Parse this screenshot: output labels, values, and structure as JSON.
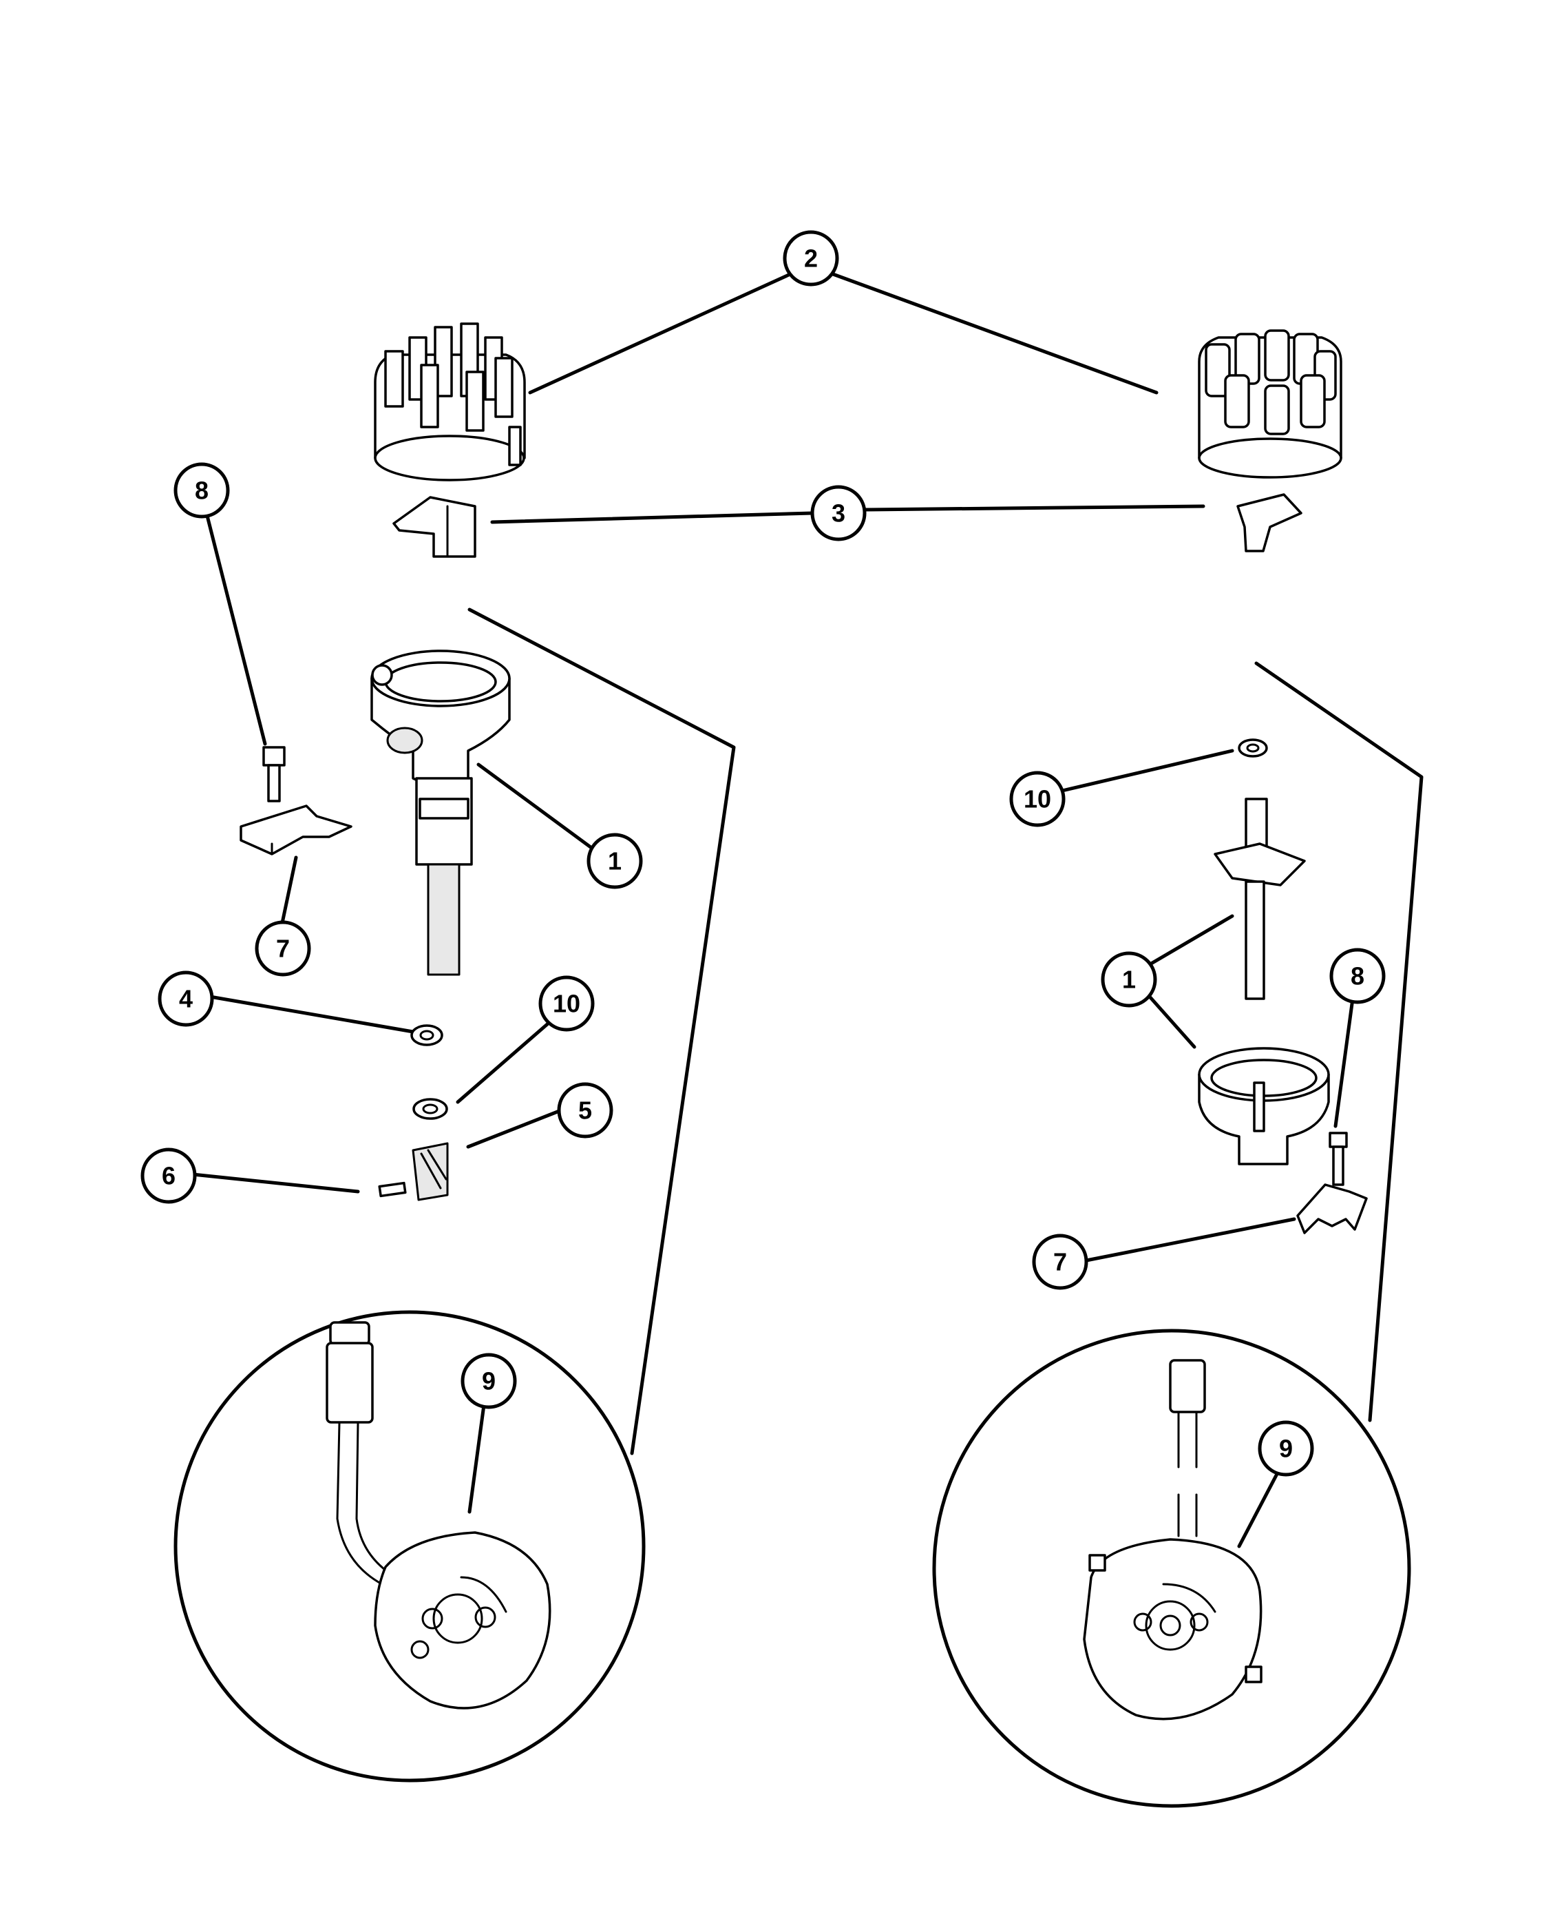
{
  "diagram": {
    "callouts": [
      {
        "id": "c2",
        "label": "2"
      },
      {
        "id": "c3",
        "label": "3"
      },
      {
        "id": "c8a",
        "label": "8"
      },
      {
        "id": "c1a",
        "label": "1"
      },
      {
        "id": "c7a",
        "label": "7"
      },
      {
        "id": "c4",
        "label": "4"
      },
      {
        "id": "c10a",
        "label": "10"
      },
      {
        "id": "c5",
        "label": "5"
      },
      {
        "id": "c6",
        "label": "6"
      },
      {
        "id": "c9a",
        "label": "9"
      },
      {
        "id": "c10b",
        "label": "10"
      },
      {
        "id": "c1b",
        "label": "1"
      },
      {
        "id": "c8b",
        "label": "8"
      },
      {
        "id": "c7b",
        "label": "7"
      },
      {
        "id": "c9b",
        "label": "9"
      }
    ]
  }
}
